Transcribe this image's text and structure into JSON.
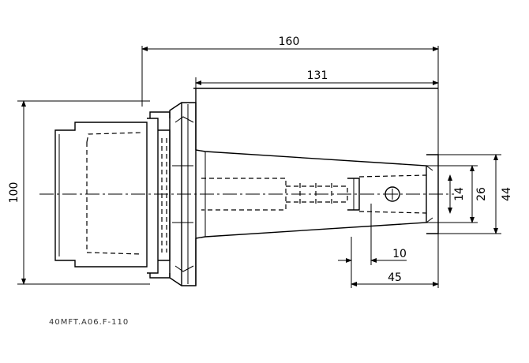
{
  "dimensions": {
    "overall_length": "160",
    "shank_length": "131",
    "flange_diameter": "100",
    "bore_diameter": "14",
    "inner_diameter": "26",
    "nose_diameter": "44",
    "pin_offset": "10",
    "nose_length": "45"
  },
  "caption": "40MFT.A06.F-110"
}
